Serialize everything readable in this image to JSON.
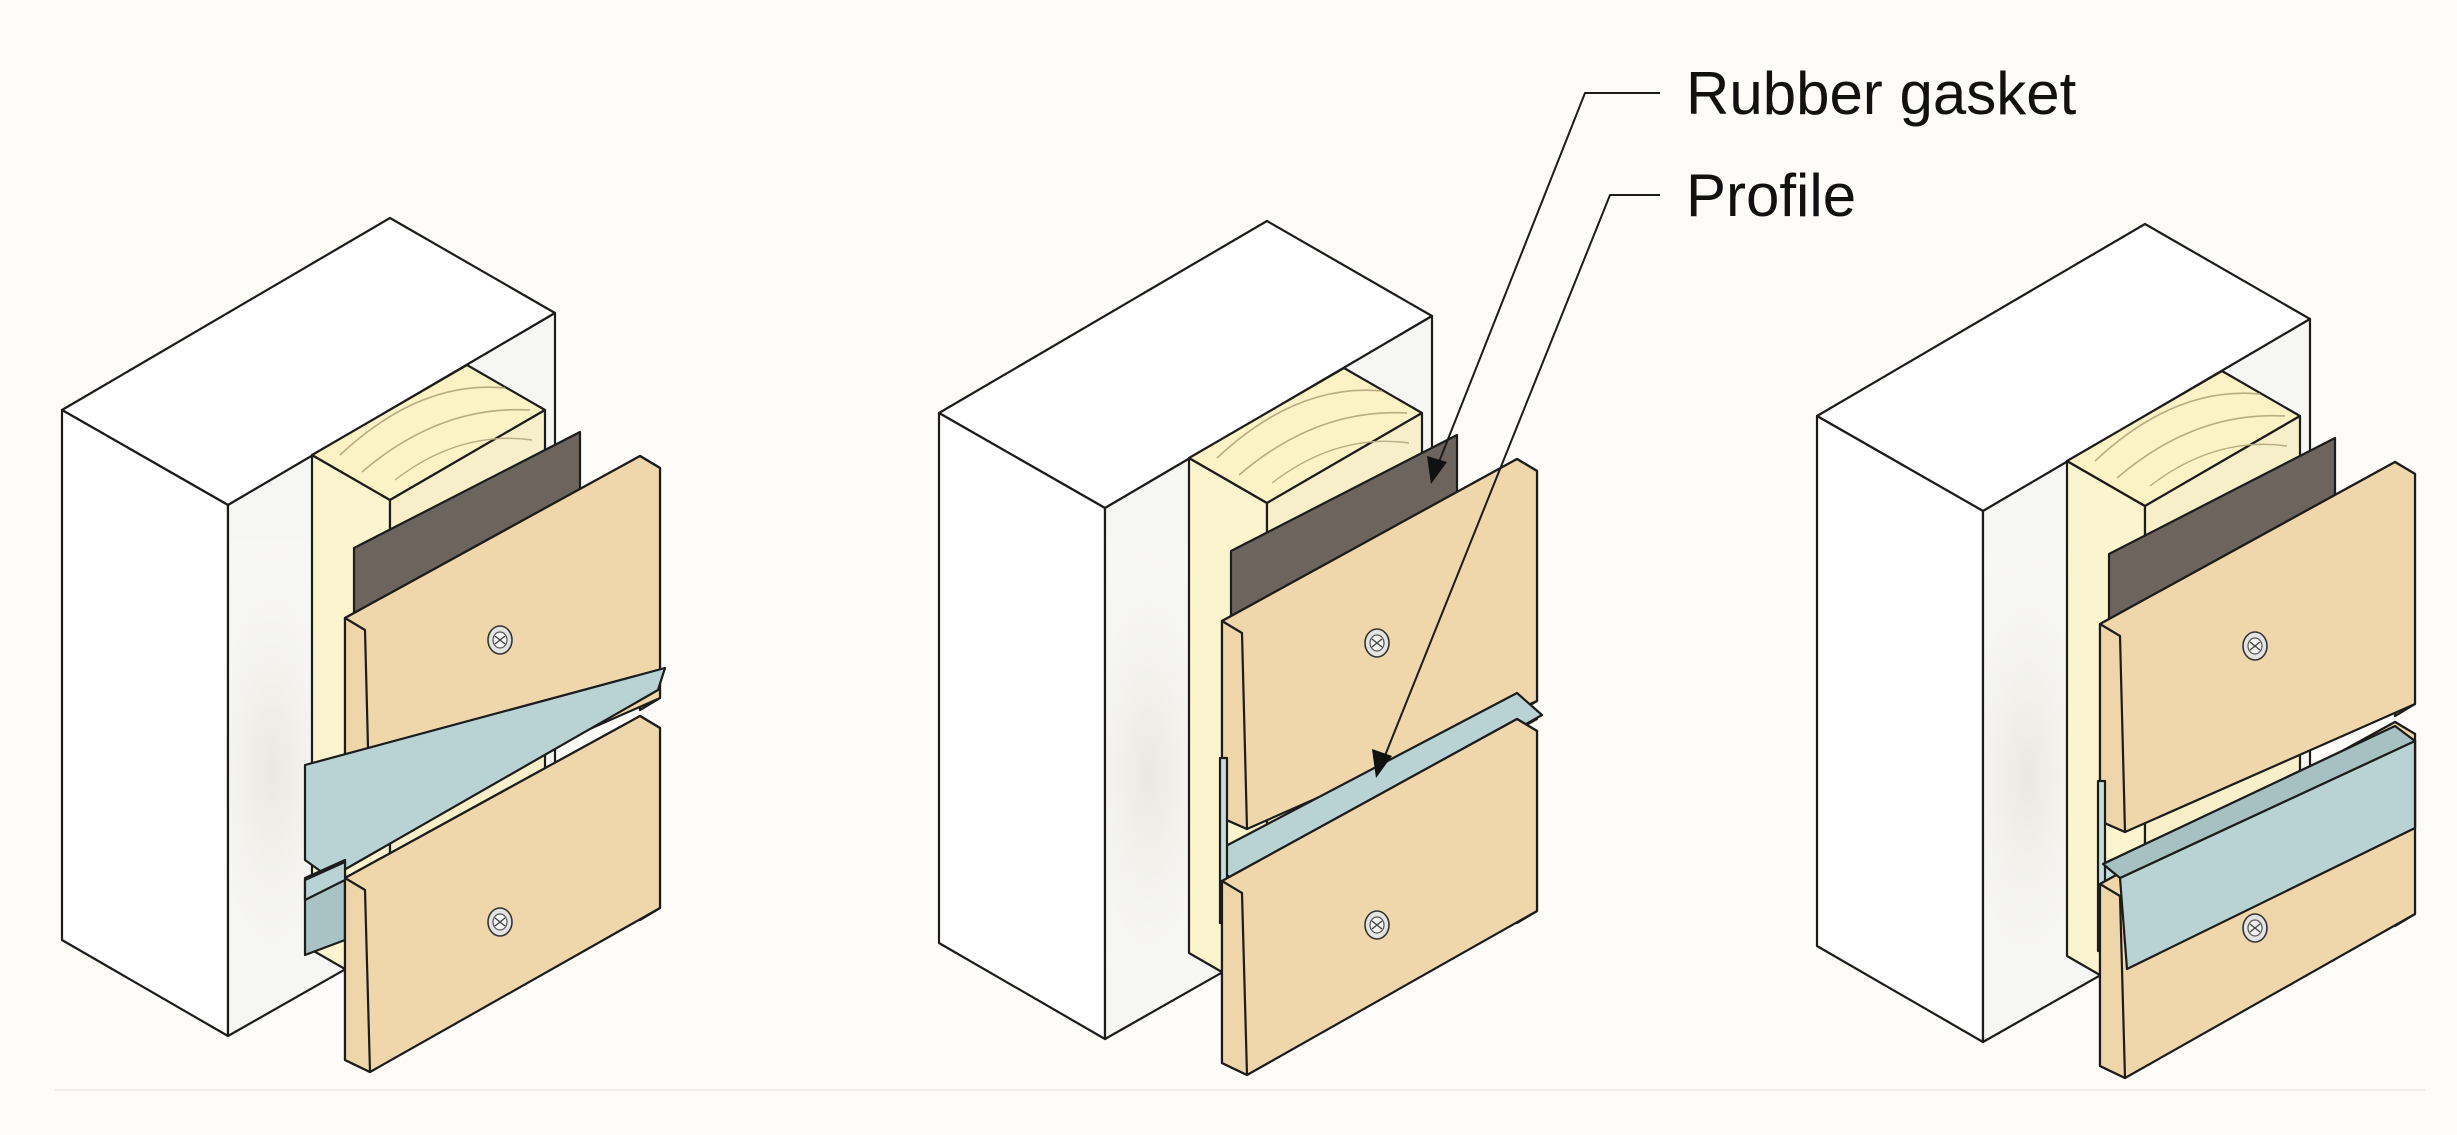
{
  "labels": {
    "rubber_gasket": "Rubber gasket",
    "profile": "Profile"
  },
  "colors": {
    "background": "#fdfcfa",
    "block_front": "#ffffff",
    "block_side": "#f6f6f4",
    "timber_front": "#fbf5cf",
    "timber_end": "#fbf2c6",
    "gasket": "#6e645e",
    "board_face": "#f0d6ab",
    "board_edge": "#ecd3a8",
    "profile": "#b9d2d3",
    "outline": "#1c1c1c"
  },
  "panels": [
    {
      "name": "panel-left",
      "profile_style": "flat"
    },
    {
      "name": "panel-middle",
      "profile_style": "v-channel"
    },
    {
      "name": "panel-right",
      "profile_style": "cover"
    }
  ]
}
